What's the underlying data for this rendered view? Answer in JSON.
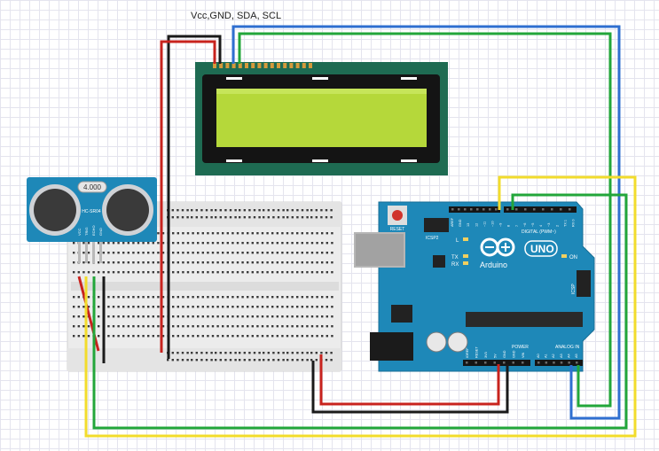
{
  "header": {
    "wiring_label": "Vcc,GND, SDA, SCL"
  },
  "sensor": {
    "display": "4.000",
    "model": "HC-SR04",
    "pins": [
      "VCC",
      "TRIG",
      "ECHO",
      "GND"
    ]
  },
  "arduino": {
    "brand": "Arduino",
    "model": "UNO",
    "reset_label": "RESET",
    "icsp2_label": "ICSP2",
    "icsp_label": "ICSP",
    "led_l": "L",
    "led_tx": "TX",
    "led_rx": "RX",
    "on_label": "ON",
    "digital_label": "DIGITAL (PWM~)",
    "power_label": "POWER",
    "analog_label": "ANALOG IN",
    "power_pins": [
      "IOREF",
      "RESET",
      "3V3",
      "5V",
      "GND",
      "GND",
      "VIN"
    ],
    "analog_pins": [
      "A0",
      "A1",
      "A2",
      "A3",
      "A4",
      "A5"
    ],
    "digital_pins": [
      "AREF",
      "GND",
      "13",
      "12",
      "~11",
      "~10",
      "~9",
      "8",
      "7",
      "~6",
      "~5",
      "4",
      "~3",
      "2",
      "TX 1",
      "RX 0"
    ]
  },
  "colors": {
    "wire_red": "#c8231e",
    "wire_black": "#1a1a1a",
    "wire_blue": "#2f6fd0",
    "wire_green": "#22a63a",
    "wire_yellow": "#f2dc2c",
    "board_blue": "#1e88b8",
    "lcd_green": "#b5d83a",
    "pcb_green": "#1e6b52"
  }
}
